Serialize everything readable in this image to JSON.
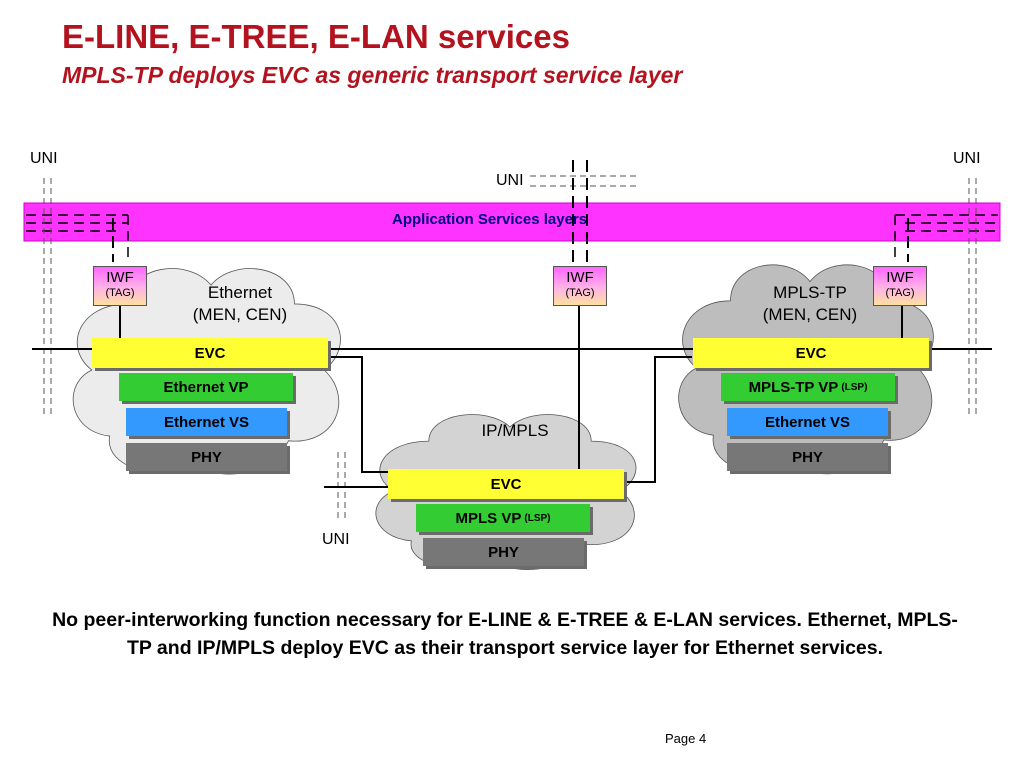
{
  "title": "E-LINE, E-TREE, E-LAN services",
  "subtitle": "MPLS-TP deploys EVC as generic transport service layer",
  "diagram": {
    "app_layer_label": "Application Services layers",
    "uni_label": "UNI",
    "iwf": {
      "label": "IWF",
      "sub": "(TAG)"
    },
    "clouds": {
      "ethernet": {
        "line1": "Ethernet",
        "line2": "(MEN, CEN)"
      },
      "mplstp": {
        "line1": "MPLS-TP",
        "line2": "(MEN, CEN)"
      },
      "ipmpls": {
        "line1": "IP/MPLS"
      }
    },
    "stacks": {
      "ethernet": {
        "evc": "EVC",
        "vp": "Ethernet VP",
        "vs": "Ethernet VS",
        "phy": "PHY"
      },
      "mplstp": {
        "evc": "EVC",
        "vp": "MPLS-TP VP",
        "vp_sub": "(LSP)",
        "vs": "Ethernet VS",
        "phy": "PHY"
      },
      "ipmpls": {
        "evc": "EVC",
        "vp": "MPLS VP",
        "vp_sub": "(LSP)",
        "phy": "PHY"
      }
    },
    "colors": {
      "app_layer": "#ff33ff",
      "evc": "#ffff33",
      "vp": "#33cc33",
      "vs": "#3399ff",
      "phy": "#777777",
      "title": "#b3121f"
    }
  },
  "caption": "No peer-interworking function necessary for E-LINE & E-TREE & E-LAN services. Ethernet, MPLS-TP and IP/MPLS deploy EVC as their transport service layer for Ethernet services.",
  "page": "Page 4"
}
